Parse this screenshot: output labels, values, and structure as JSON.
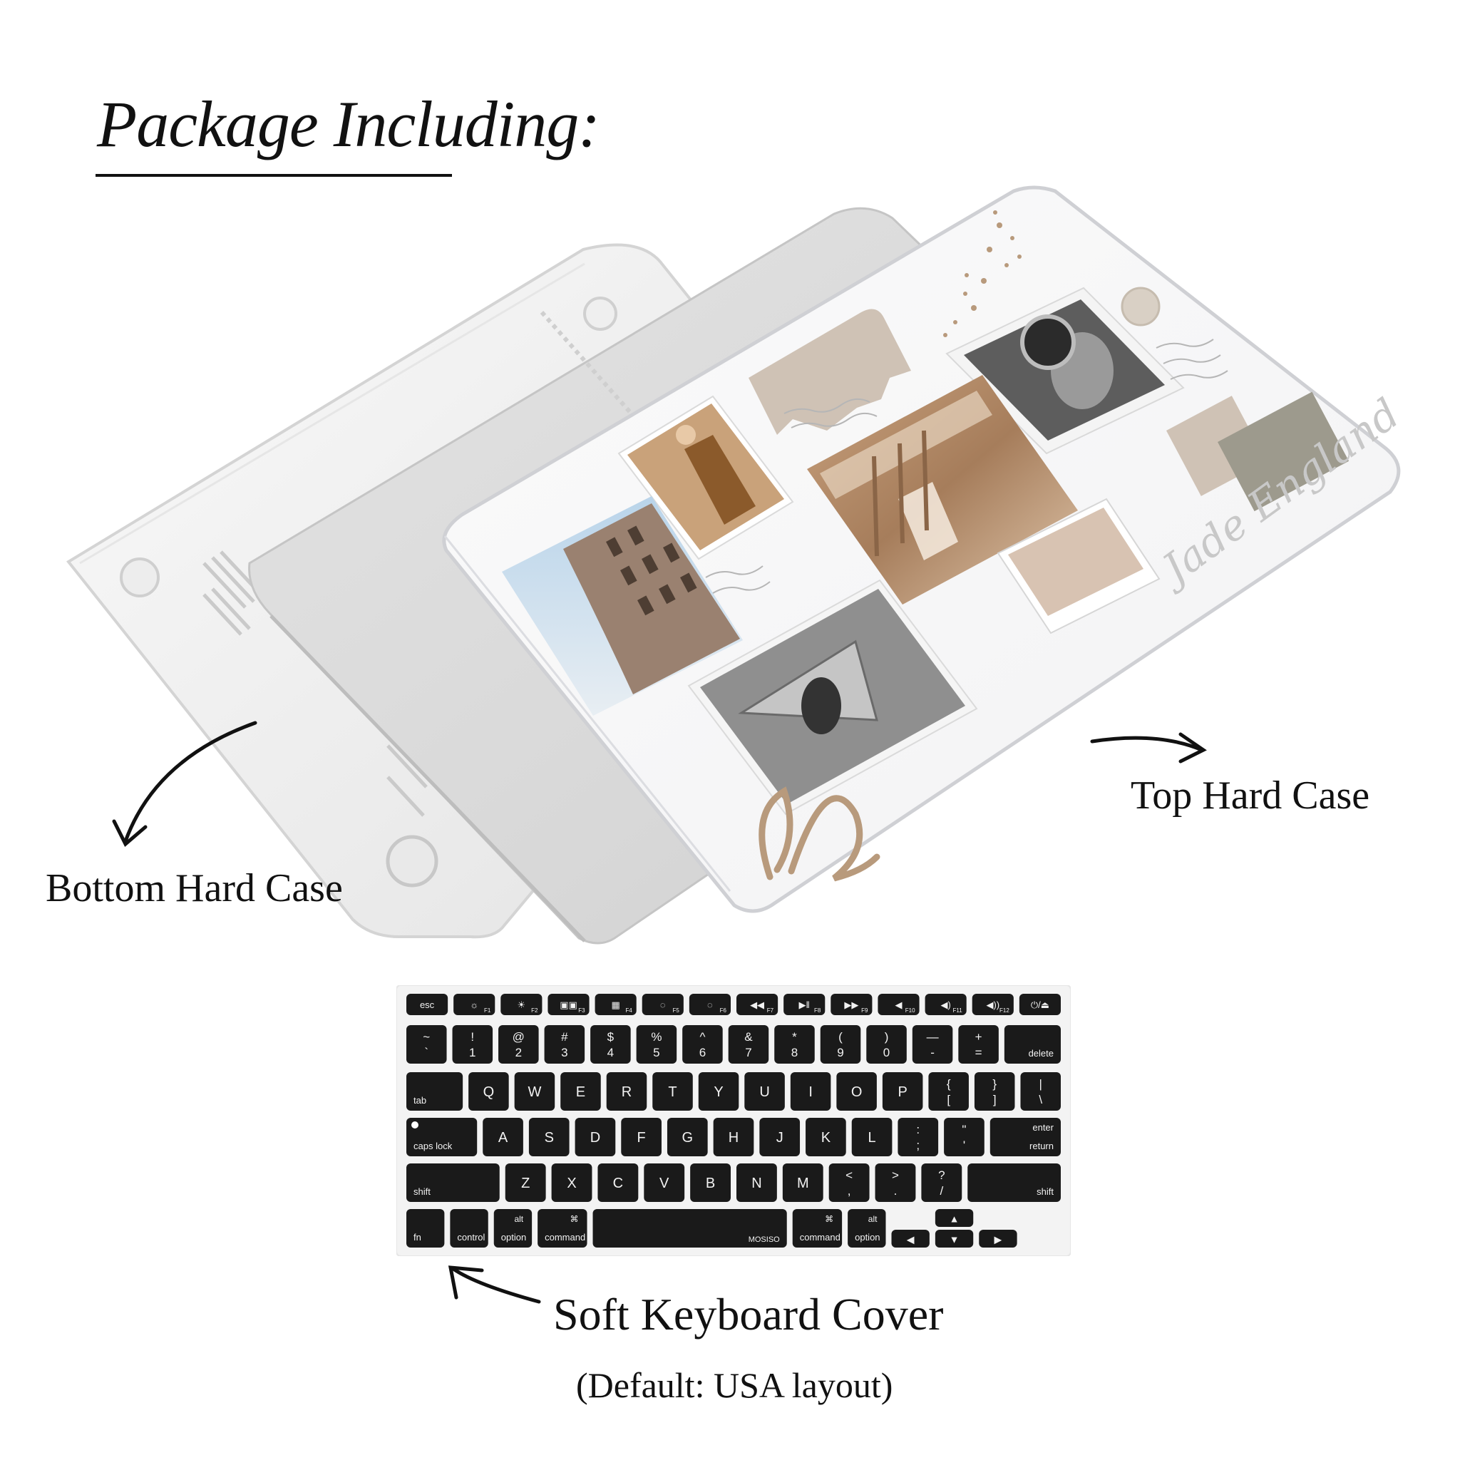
{
  "title": "Package Including:",
  "labels": {
    "bottom_case": "Bottom Hard Case",
    "top_case": "Top Hard Case",
    "keyboard_cover": "Soft Keyboard Cover",
    "keyboard_note": "(Default: USA layout)"
  },
  "case_design": {
    "signature": "Jade England",
    "colors": {
      "beige": "#cfc2b5",
      "taupe": "#9d9a8d",
      "gold": "#b89a7c"
    }
  },
  "keyboard": {
    "brand": "MOSISO",
    "colors": {
      "key": "#1a1a1a",
      "legend": "#f2f2f2",
      "base": "#f3f3f3"
    },
    "rows": [
      [
        {
          "t": "esc",
          "w": 1
        },
        {
          "t": "☼",
          "sub": "F1",
          "w": 1
        },
        {
          "t": "☀",
          "sub": "F2",
          "w": 1
        },
        {
          "t": "▣▣",
          "sub": "F3",
          "w": 1
        },
        {
          "t": "▦",
          "sub": "F4",
          "w": 1
        },
        {
          "t": "◌",
          "sub": "F5",
          "w": 1
        },
        {
          "t": "◌",
          "sub": "F6",
          "w": 1
        },
        {
          "t": "◀◀",
          "sub": "F7",
          "w": 1
        },
        {
          "t": "▶‖",
          "sub": "F8",
          "w": 1
        },
        {
          "t": "▶▶",
          "sub": "F9",
          "w": 1
        },
        {
          "t": "◀",
          "sub": "F10",
          "w": 1
        },
        {
          "t": "◀)",
          "sub": "F11",
          "w": 1
        },
        {
          "t": "◀))",
          "sub": "F12",
          "w": 1
        },
        {
          "t": "⏻/⏏",
          "w": 1
        }
      ],
      [
        {
          "t": "~",
          "b": "`",
          "w": 1
        },
        {
          "t": "!",
          "b": "1",
          "w": 1
        },
        {
          "t": "@",
          "b": "2",
          "w": 1
        },
        {
          "t": "#",
          "b": "3",
          "w": 1
        },
        {
          "t": "$",
          "b": "4",
          "w": 1
        },
        {
          "t": "%",
          "b": "5",
          "w": 1
        },
        {
          "t": "^",
          "b": "6",
          "w": 1
        },
        {
          "t": "&",
          "b": "7",
          "w": 1
        },
        {
          "t": "*",
          "b": "8",
          "w": 1
        },
        {
          "t": "(",
          "b": "9",
          "w": 1
        },
        {
          "t": ")",
          "b": "0",
          "w": 1
        },
        {
          "t": "—",
          "b": "-",
          "w": 1
        },
        {
          "t": "+",
          "b": "=",
          "w": 1
        },
        {
          "t": "delete",
          "w": 1.4,
          "corner": "br"
        }
      ],
      [
        {
          "t": "tab",
          "w": 1.4,
          "corner": "bl"
        },
        {
          "t": "Q",
          "w": 1
        },
        {
          "t": "W",
          "w": 1
        },
        {
          "t": "E",
          "w": 1
        },
        {
          "t": "R",
          "w": 1
        },
        {
          "t": "T",
          "w": 1
        },
        {
          "t": "Y",
          "w": 1
        },
        {
          "t": "U",
          "w": 1
        },
        {
          "t": "I",
          "w": 1
        },
        {
          "t": "O",
          "w": 1
        },
        {
          "t": "P",
          "w": 1
        },
        {
          "t": "{",
          "b": "[",
          "w": 1
        },
        {
          "t": "}",
          "b": "]",
          "w": 1
        },
        {
          "t": "|",
          "b": "\\",
          "w": 1
        }
      ],
      [
        {
          "t": "caps lock",
          "w": 1.75,
          "corner": "bl"
        },
        {
          "t": "A",
          "w": 1
        },
        {
          "t": "S",
          "w": 1
        },
        {
          "t": "D",
          "w": 1
        },
        {
          "t": "F",
          "w": 1
        },
        {
          "t": "G",
          "w": 1
        },
        {
          "t": "H",
          "w": 1
        },
        {
          "t": "J",
          "w": 1
        },
        {
          "t": "K",
          "w": 1
        },
        {
          "t": "L",
          "w": 1
        },
        {
          "t": ":",
          "b": ";",
          "w": 1
        },
        {
          "t": "\"",
          "b": "'",
          "w": 1
        },
        {
          "t": "enter",
          "b": "return",
          "w": 1.75,
          "corner": "br"
        }
      ],
      [
        {
          "t": "shift",
          "w": 2.3,
          "corner": "bl"
        },
        {
          "t": "Z",
          "w": 1
        },
        {
          "t": "X",
          "w": 1
        },
        {
          "t": "C",
          "w": 1
        },
        {
          "t": "V",
          "w": 1
        },
        {
          "t": "B",
          "w": 1
        },
        {
          "t": "N",
          "w": 1
        },
        {
          "t": "M",
          "w": 1
        },
        {
          "t": "<",
          "b": ",",
          "w": 1
        },
        {
          "t": ">",
          "b": ".",
          "w": 1
        },
        {
          "t": "?",
          "b": "/",
          "w": 1
        },
        {
          "t": "shift",
          "w": 2.3,
          "corner": "br"
        }
      ],
      [
        {
          "t": "fn",
          "w": 1,
          "corner": "bl"
        },
        {
          "t": "control",
          "w": 1,
          "corner": "bl"
        },
        {
          "t": "alt",
          "b": "option",
          "w": 1,
          "corner": "bl"
        },
        {
          "t": "⌘",
          "b": "command",
          "w": 1.3,
          "corner": "bl"
        },
        {
          "t": "MOSISO",
          "w": 5.1,
          "corner": "br",
          "space": true
        },
        {
          "t": "⌘",
          "b": "command",
          "w": 1.3,
          "corner": "bl"
        },
        {
          "t": "alt",
          "b": "option",
          "w": 1,
          "corner": "bl"
        },
        {
          "t": "◀",
          "w": 1,
          "arrow": "left"
        },
        {
          "t": "▲",
          "w": 1,
          "arrow": "up"
        },
        {
          "t": "▼",
          "w": 1,
          "arrow": "down"
        },
        {
          "t": "▶",
          "w": 1,
          "arrow": "right"
        }
      ]
    ]
  }
}
